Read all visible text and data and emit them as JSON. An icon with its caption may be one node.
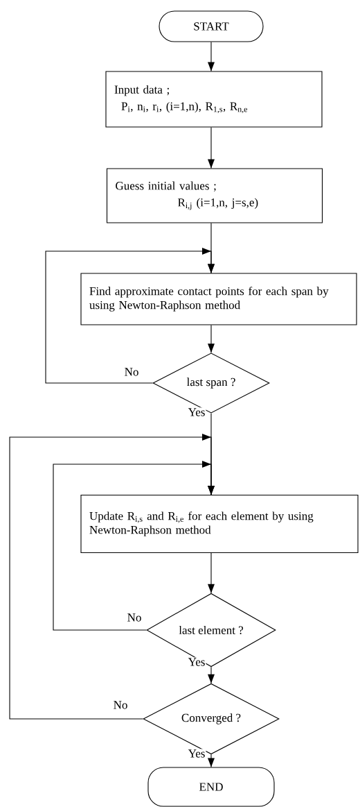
{
  "diagram": {
    "nodes": [
      {
        "text": [
          "START"
        ]
      },
      {
        "text": [
          "Input data ;",
          "P$_{i}$, n$_{i}$, r$_{i}$, (i=1,n), R$_{1,s}$, R$_{n,e}$"
        ]
      },
      {
        "text": [
          "Guess initial values ;",
          "R$_{i,j}$ (i=1,n, j=s,e)"
        ]
      },
      {
        "text": [
          "Find approximate contact points for each span by using Newton-Raphson method"
        ]
      },
      {
        "text": [
          "last span ?"
        ]
      },
      {
        "text": [
          "Update R$_{i,s}$ and R$_{i,e}$ for each element by using Newton-Raphson method"
        ]
      },
      {
        "text": [
          "last element ?"
        ]
      },
      {
        "text": [
          "Converged ?"
        ]
      },
      {
        "text": [
          "END"
        ]
      }
    ],
    "edges": [
      {
        "from": 0,
        "to": 1,
        "arrow": "to"
      },
      {
        "from": 1,
        "to": 2,
        "arrow": "to"
      },
      {
        "from": 2,
        "to": 3,
        "arrow": "to"
      },
      {
        "from": 3,
        "to": 4,
        "arrow": "to"
      },
      {
        "from": 4,
        "to": 3,
        "arrow": "to",
        "label": "No"
      },
      {
        "from": 4,
        "to": 5,
        "arrow": "to",
        "label": "Yes"
      },
      {
        "from": 5,
        "to": 6,
        "arrow": "to"
      },
      {
        "from": 6,
        "to": 5,
        "arrow": "to",
        "label": "No"
      },
      {
        "from": 6,
        "to": 7,
        "arrow": "to",
        "label": "Yes"
      },
      {
        "from": 7,
        "to": 5,
        "arrow": "to",
        "label": "No"
      },
      {
        "from": 7,
        "to": 8,
        "arrow": "to",
        "label": "Yes"
      }
    ]
  }
}
